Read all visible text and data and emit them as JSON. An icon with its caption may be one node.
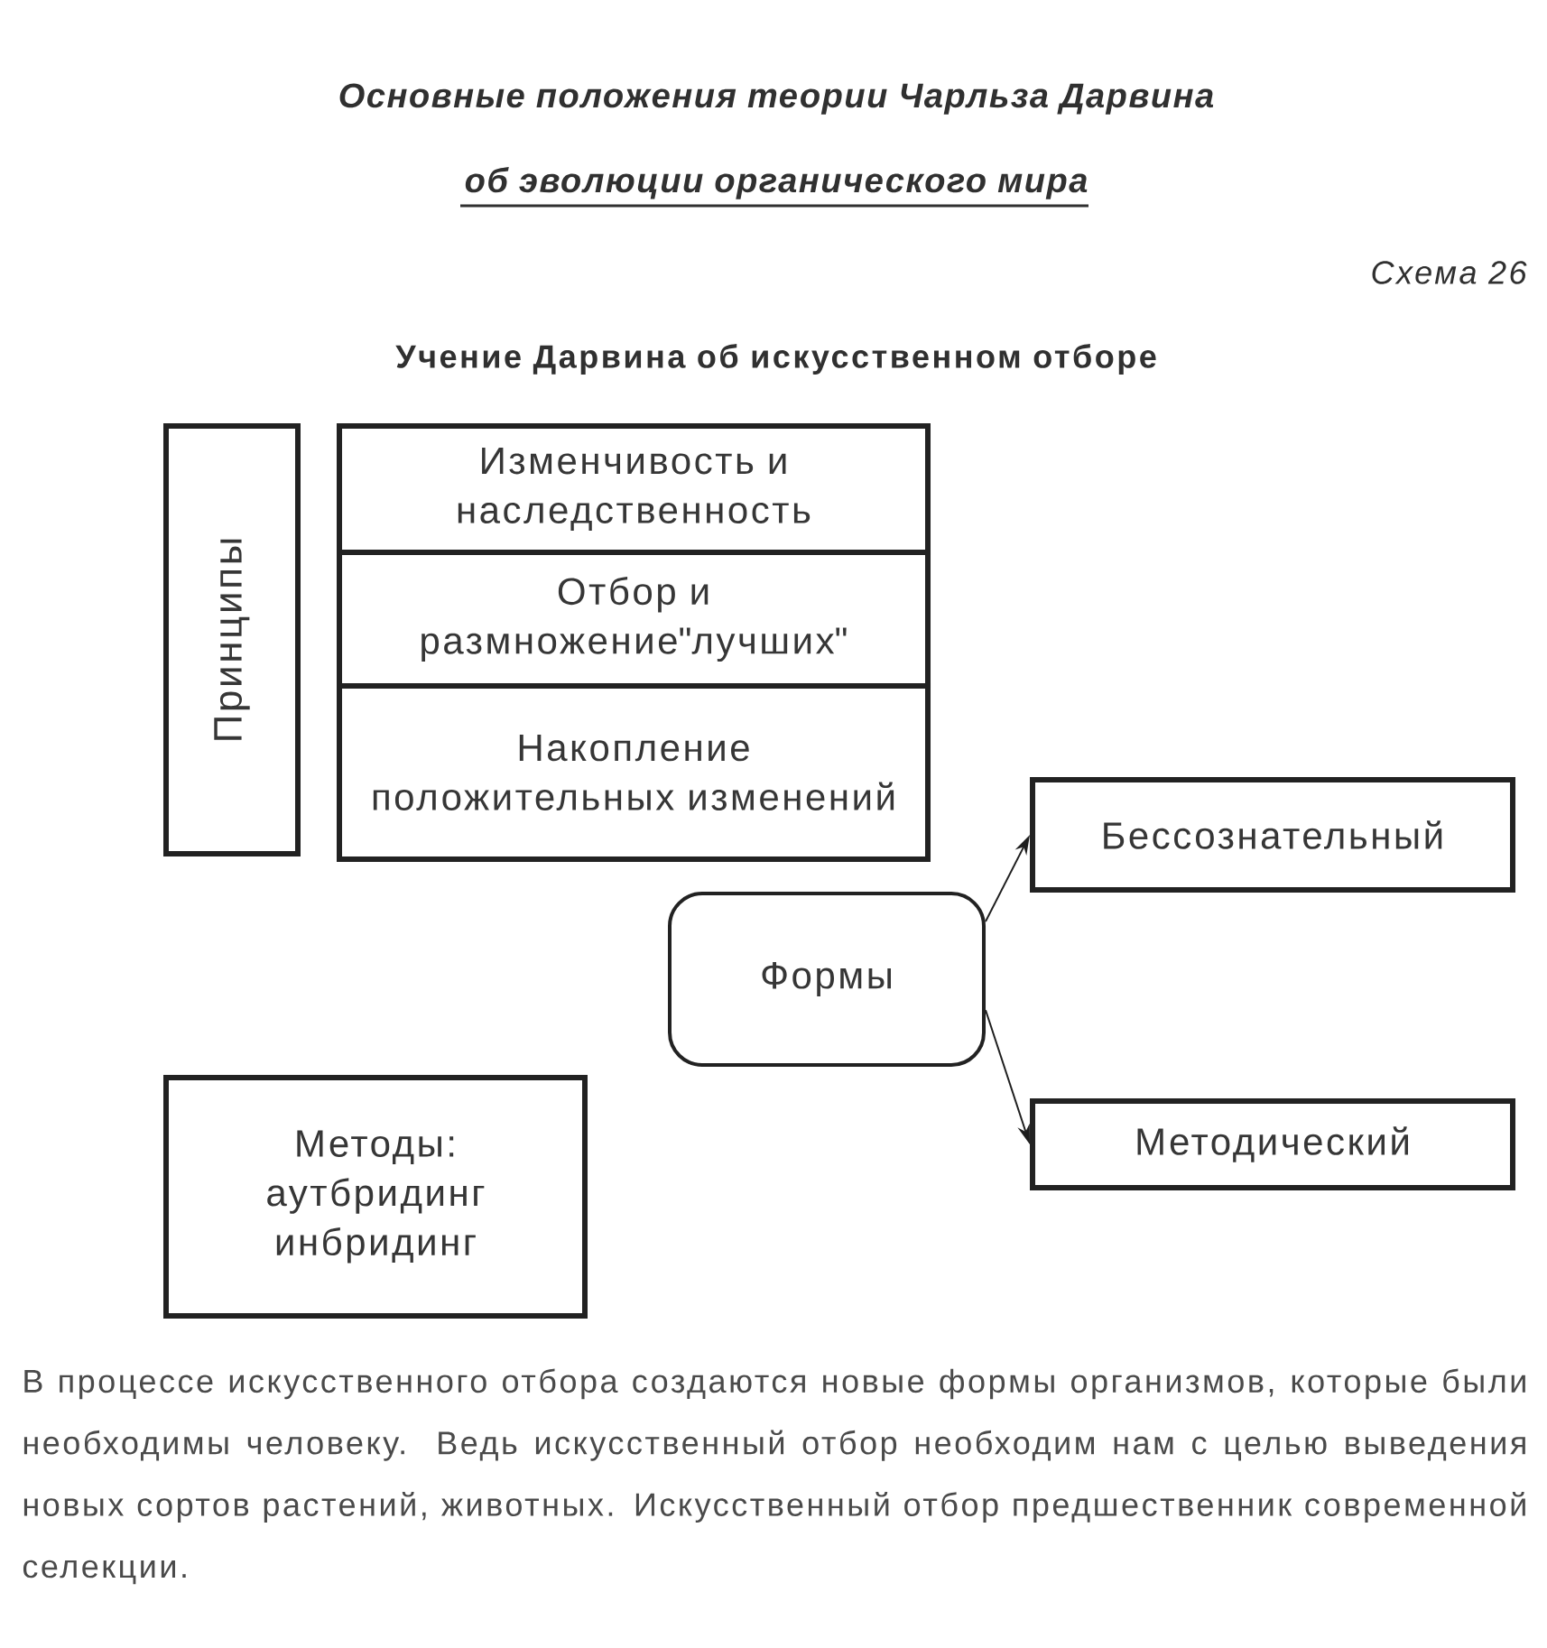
{
  "diagram": {
    "title": "Основные положения теории Чарльза Дарвина об эволюции органического мира",
    "nodes": [
      {
        "text": [
          "Принципы"
        ]
      },
      {
        "text": [
          "Изменчивость и наследственность"
        ]
      },
      {
        "text": [
          "Отбор и размножение\"лучших\""
        ]
      },
      {
        "text": [
          "Накопление положительных изменений"
        ]
      },
      {
        "text": [
          "Формы"
        ]
      },
      {
        "text": [
          "Бессознательный"
        ]
      },
      {
        "text": [
          "Методический"
        ]
      },
      {
        "text": [
          "Методы:",
          "аутбридинг",
          "инбридинг"
        ]
      }
    ],
    "edges": [
      {
        "from": 4,
        "to": 5,
        "arrow": "to"
      },
      {
        "from": 4,
        "to": 6,
        "arrow": "to"
      }
    ],
    "labels": [
      "Схема 26",
      "Учение Дарвина об искусственном отборе"
    ],
    "caption": "В процессе искусственного отбора создаются новые формы организмов, которые были необходимы человеку. Ведь искусственный отбор необходим нам с целью выведения новых сортов растений, животных. Искусственный отбор предшественник современной селекции."
  }
}
